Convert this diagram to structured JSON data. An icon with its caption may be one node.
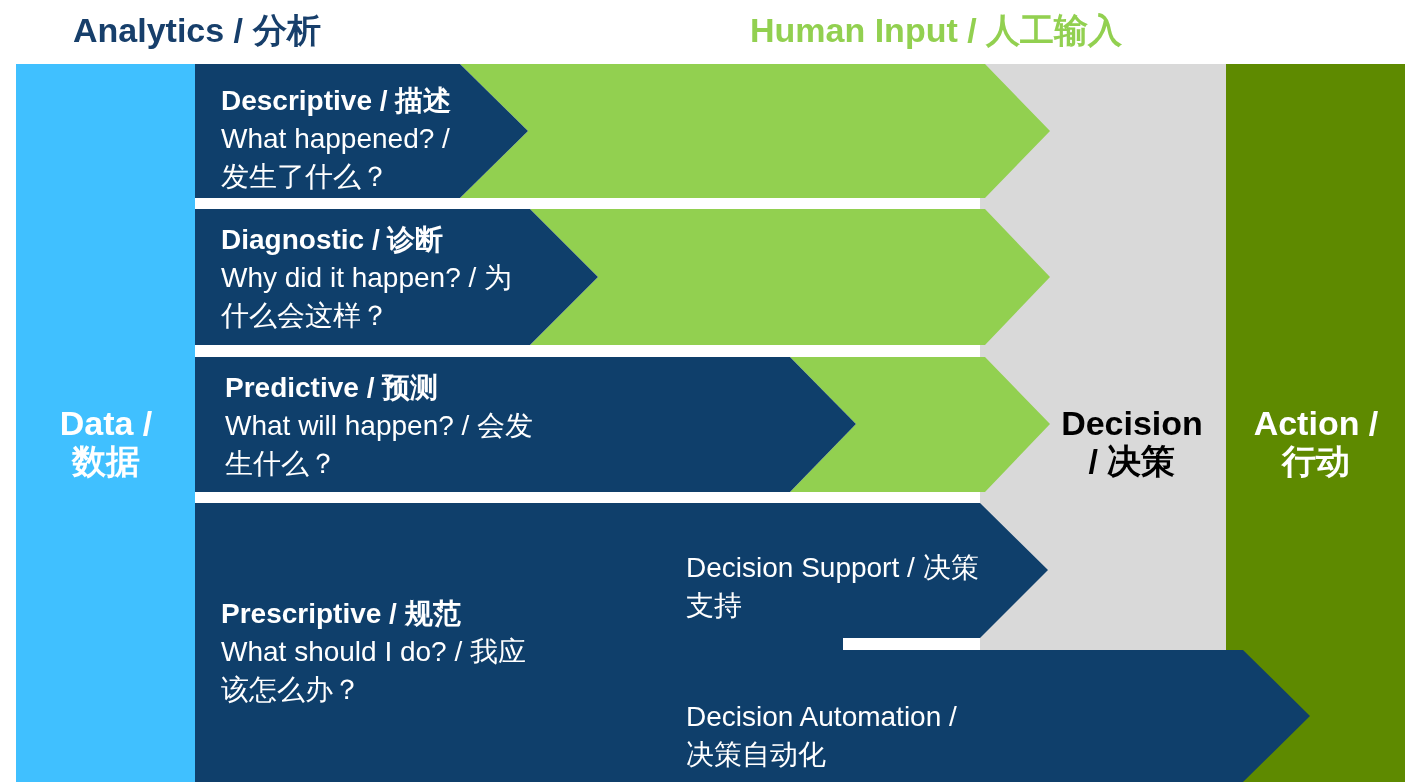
{
  "diagram": {
    "nodes": [
      {
        "text": [
          "Data / 数据"
        ]
      },
      {
        "text": [
          "Descriptive / 描述",
          "What happened? / 发生了什么？"
        ]
      },
      {
        "text": [
          "Diagnostic / 诊断",
          "Why did it happen? / 为什么会这样？"
        ]
      },
      {
        "text": [
          "Predictive / 预测",
          "What will happen? / 会发生什么？"
        ]
      },
      {
        "text": [
          "Prescriptive / 规范",
          "What should I do? / 我应该怎么办？"
        ]
      },
      {
        "text": [
          "Decision Support / 决策支持"
        ],
        "in": 4
      },
      {
        "text": [
          "Decision Automation / 决策自动化"
        ],
        "in": 4
      },
      {
        "text": [
          "Decision / 决策"
        ]
      },
      {
        "text": [
          "Action / 行动"
        ]
      },
      {
        "text": [],
        "shape": "chevron"
      },
      {
        "text": [],
        "shape": "chevron"
      },
      {
        "text": [],
        "shape": "chevron"
      }
    ],
    "labels": [
      "Analytics / 分析",
      "Human Input / 人工输入"
    ]
  }
}
